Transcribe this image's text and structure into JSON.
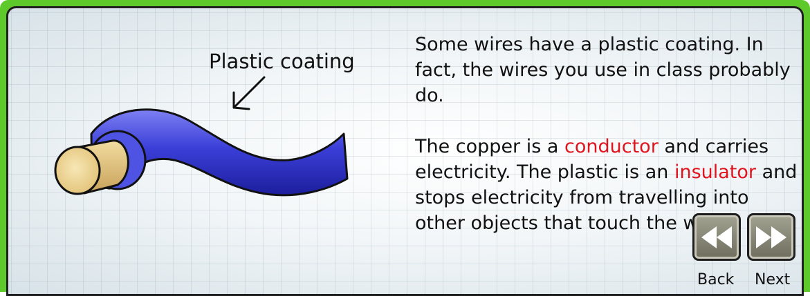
{
  "illustration": {
    "caption": "Plastic coating",
    "icons": [
      "wire-illustration",
      "arrow-icon"
    ],
    "colors": {
      "coating": "#3b3fd8",
      "copper": "#f0d79a"
    }
  },
  "text": {
    "paragraph1": "Some wires have a plastic coating. In fact, the wires you use in class probably do.",
    "p2_part1": "The copper is a ",
    "p2_term1": "conductor",
    "p2_part2": " and carries electricity. The plastic is an ",
    "p2_term2": "insulator",
    "p2_part3": " and stops electricity from travelling into other objects that touch the wire.",
    "term_color": "#e0141e"
  },
  "navigation": {
    "back_label": "Back",
    "next_label": "Next",
    "back_icon": "rewind-icon",
    "next_icon": "fast-forward-icon"
  },
  "theme": {
    "frame_color": "#5ec92a",
    "button_color": "#8a897a"
  }
}
